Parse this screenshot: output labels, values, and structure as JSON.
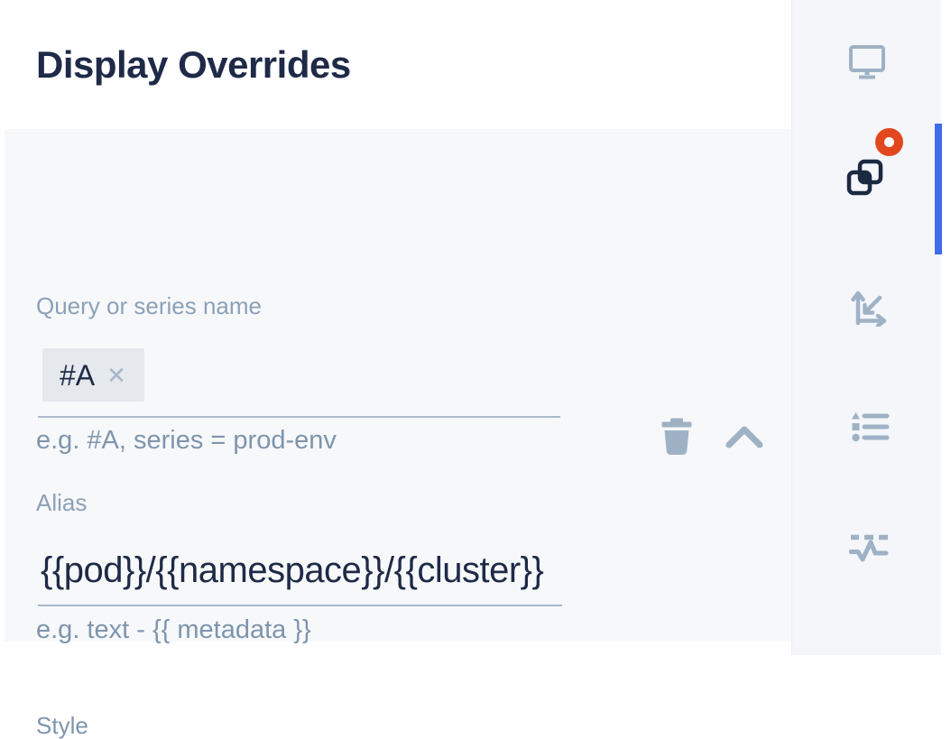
{
  "header": {
    "title": "Display Overrides"
  },
  "override_editor": {
    "query_field": {
      "label": "Query or series name",
      "chips": [
        {
          "text": "#A",
          "remove_glyph": "✕"
        }
      ],
      "helper": "e.g. #A, series = prod-env"
    },
    "actions": {
      "delete_icon": "trash-icon",
      "collapse_icon": "chevron-up-icon"
    },
    "alias_field": {
      "label": "Alias",
      "value": "{{pod}}/{{namespace}}/{{cluster}}",
      "helper": "e.g. text - {{ metadata }}"
    },
    "style_section": {
      "label": "Style"
    }
  },
  "sidebar": {
    "items": [
      {
        "icon": "monitor-icon",
        "active": false,
        "badge": false
      },
      {
        "icon": "overlapping-squares-icon",
        "active": true,
        "badge": true
      },
      {
        "icon": "axes-arrows-icon",
        "active": false,
        "badge": false
      },
      {
        "icon": "bulleted-list-icon",
        "active": false,
        "badge": false
      },
      {
        "icon": "pulse-line-icon",
        "active": false,
        "badge": false
      }
    ]
  },
  "colors": {
    "navy": "#1e2a47",
    "label_blue_gray": "#8ca1b7",
    "helper_blue_gray": "#7e95ad",
    "muted_icon": "#9fb2c5",
    "accent_blue": "#3d6ceb",
    "badge_red": "#e2471d",
    "panel_bg": "#f7f8fa",
    "sidebar_bg": "#f4f6f9",
    "chip_bg": "#e5e8ec",
    "underline": "#a9bacb"
  }
}
